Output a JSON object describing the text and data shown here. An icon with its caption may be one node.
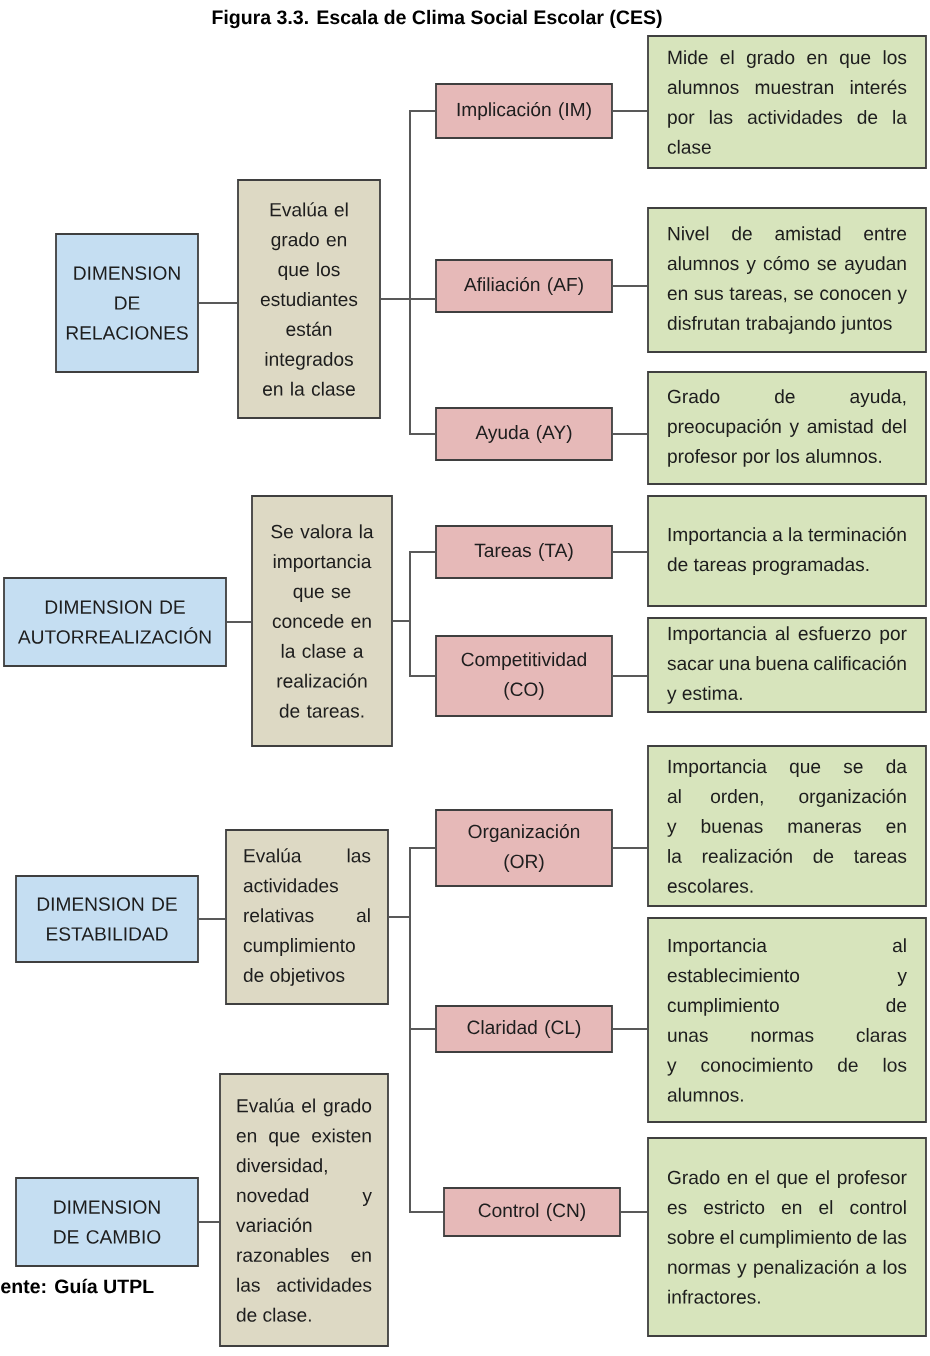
{
  "diagram": {
    "title": "Figura 3.3. Escala de Clima Social Escolar (CES)",
    "nodes": [
      {
        "text": [
          "DIMENSION DE RELACIONES"
        ]
      },
      {
        "text": [
          "Evalúa el grado en que los estudiantes están integrados en la clase"
        ]
      },
      {
        "text": [
          "Implicación (IM)"
        ]
      },
      {
        "text": [
          "Mide el grado en que los alumnos muestran interés por las actividades de la clase"
        ]
      },
      {
        "text": [
          "Afiliación (AF)"
        ]
      },
      {
        "text": [
          "Nivel de amistad entre alumnos y cómo se ayudan en sus tareas, se conocen y disfrutan trabajando juntos"
        ]
      },
      {
        "text": [
          "Ayuda (AY)"
        ]
      },
      {
        "text": [
          "Grado de ayuda, preocupación y amistad del profesor por los alumnos."
        ]
      },
      {
        "text": [
          "DIMENSION DE AUTORREALIZACIÓN"
        ]
      },
      {
        "text": [
          "Se valora la importancia que se concede en la clase a realización de tareas."
        ]
      },
      {
        "text": [
          "Tareas (TA)"
        ]
      },
      {
        "text": [
          "Importancia a la terminación de tareas programadas."
        ]
      },
      {
        "text": [
          "Competitividad (CO)"
        ]
      },
      {
        "text": [
          "Importancia al esfuerzo por sacar una buena calificación y estima."
        ]
      },
      {
        "text": [
          "DIMENSION DE ESTABILIDAD"
        ]
      },
      {
        "text": [
          "Evalúa las actividades relativas al cumplimiento de objetivos"
        ]
      },
      {
        "text": [
          "Organización (OR)"
        ]
      },
      {
        "text": [
          "Importancia que se da al orden, organización y buenas maneras en la realización de tareas escolares."
        ]
      },
      {
        "text": [
          "Claridad (CL)"
        ]
      },
      {
        "text": [
          "Importancia al establecimiento y cumplimiento de unas normas claras y conocimiento de los alumnos."
        ]
      },
      {
        "text": [
          "DIMENSION DE CAMBIO"
        ]
      },
      {
        "text": [
          "Evalúa el grado en que existen diversidad, novedad y variación razonables en las actividades de clase."
        ]
      },
      {
        "text": [
          "Control (CN)"
        ]
      },
      {
        "text": [
          "Grado en el que el profesor es estricto en el control sobre el cumplimiento de las normas y penalización a los infractores."
        ]
      }
    ],
    "edges": [
      {
        "from": 0,
        "to": 1,
        "arrow": "none"
      },
      {
        "from": 1,
        "to": 2,
        "arrow": "none"
      },
      {
        "from": 1,
        "to": 4,
        "arrow": "none"
      },
      {
        "from": 1,
        "to": 6,
        "arrow": "none"
      },
      {
        "from": 2,
        "to": 3,
        "arrow": "none"
      },
      {
        "from": 4,
        "to": 5,
        "arrow": "none"
      },
      {
        "from": 6,
        "to": 7,
        "arrow": "none"
      },
      {
        "from": 8,
        "to": 9,
        "arrow": "none"
      },
      {
        "from": 9,
        "to": 10,
        "arrow": "none"
      },
      {
        "from": 9,
        "to": 12,
        "arrow": "none"
      },
      {
        "from": 10,
        "to": 11,
        "arrow": "none"
      },
      {
        "from": 12,
        "to": 13,
        "arrow": "none"
      },
      {
        "from": 14,
        "to": 15,
        "arrow": "none"
      },
      {
        "from": 15,
        "to": 16,
        "arrow": "none"
      },
      {
        "from": 15,
        "to": 18,
        "arrow": "none"
      },
      {
        "from": 15,
        "to": 22,
        "arrow": "none"
      },
      {
        "from": 16,
        "to": 17,
        "arrow": "none"
      },
      {
        "from": 18,
        "to": 19,
        "arrow": "none"
      },
      {
        "from": 20,
        "to": 21,
        "arrow": "none"
      },
      {
        "from": 22,
        "to": 23,
        "arrow": "none"
      }
    ],
    "labels": [
      "ente: Guía UTPL"
    ]
  }
}
